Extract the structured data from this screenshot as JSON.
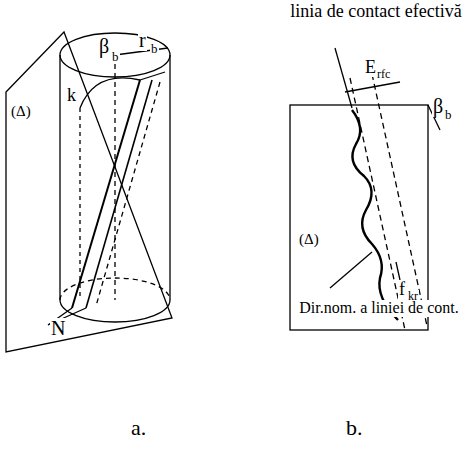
{
  "diagram": {
    "labels": [
      "(Δ)",
      "k",
      "β",
      "b",
      "r",
      "b",
      "N",
      "a.",
      "linia de contact efectivă",
      "E",
      "rfc",
      "β",
      "b",
      "(Δ)",
      "f",
      "kr",
      "Dir.nom. a liniei de cont.",
      "b."
    ]
  }
}
